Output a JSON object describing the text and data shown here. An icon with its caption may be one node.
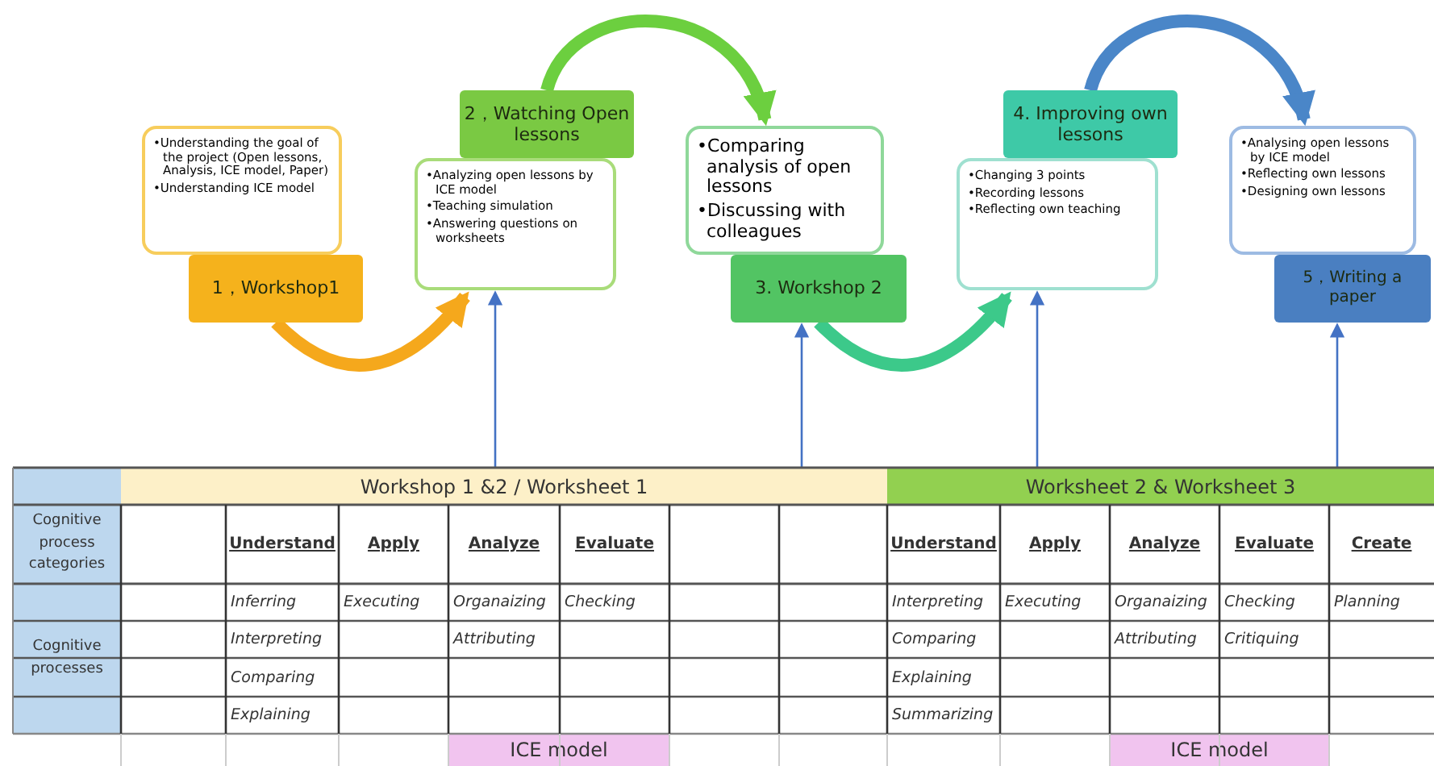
{
  "diagram": {
    "nodes": [
      {
        "text": [
          "•Understanding the goal of the project (Open lessons, Analysis, ICE model, Paper)",
          "•Understanding ICE model"
        ]
      },
      {
        "text": [
          "1，Workshop1"
        ]
      },
      {
        "text": [
          "•Analyzing open lessons by ICE model",
          "•Teaching simulation",
          "•Answering questions on worksheets"
        ]
      },
      {
        "text": [
          "2，Watching Open lessons"
        ]
      },
      {
        "text": [
          "•Comparing analysis of open lessons",
          "•Discussing with colleagues"
        ]
      },
      {
        "text": [
          "3. Workshop 2"
        ]
      },
      {
        "text": [
          "•Changing 3 points",
          "•Recording lessons",
          "•Reflecting own teaching"
        ]
      },
      {
        "text": [
          "4. Improving own lessons"
        ]
      },
      {
        "text": [
          "•Analysing open lessons by ICE model",
          "•Reflecting own lessons",
          "•Designing own lessons"
        ]
      },
      {
        "text": [
          "5，Writing a paper"
        ]
      },
      {
        "text": [
          "Workshop 1 &2  / Worksheet 1"
        ]
      },
      {
        "text": [
          "Worksheet 2 & Worksheet 3"
        ]
      }
    ],
    "edges": [
      {
        "from": 1,
        "to": 2,
        "arrow": "to",
        "style": "thick",
        "color": "#f5a81c"
      },
      {
        "from": 3,
        "to": 4,
        "arrow": "to",
        "style": "thick",
        "color": "#6ccf3f"
      },
      {
        "from": 5,
        "to": 6,
        "arrow": "to",
        "style": "thick",
        "color": "#3cc98a"
      },
      {
        "from": 7,
        "to": 8,
        "arrow": "to",
        "style": "thick",
        "color": "#4a86c8"
      },
      {
        "from": 10,
        "to": 2,
        "arrow": "to",
        "color": "#4472c4"
      },
      {
        "from": 10,
        "to": 5,
        "arrow": "to",
        "color": "#4472c4"
      },
      {
        "from": 11,
        "to": 6,
        "arrow": "to",
        "color": "#4472c4"
      },
      {
        "from": 11,
        "to": 9,
        "arrow": "to",
        "color": "#4472c4"
      }
    ],
    "labels": [
      "Cognitive process categories",
      "Understand",
      "Apply",
      "Analyze",
      "Evaluate",
      "Understand",
      "Apply",
      "Analyze",
      "Evaluate",
      "Create",
      "Cognitive processes",
      "Inferring",
      "Executing",
      "Organaizing",
      "Checking",
      "Interpreting",
      "Executing",
      "Organaizing",
      "Checking",
      "Planning",
      "Interpreting",
      "Attributing",
      "Comparing",
      "Attributing",
      "Critiquing",
      "Comparing",
      "Explaining",
      "Explaining",
      "Summarizing",
      "ICE model",
      "ICE model"
    ]
  }
}
